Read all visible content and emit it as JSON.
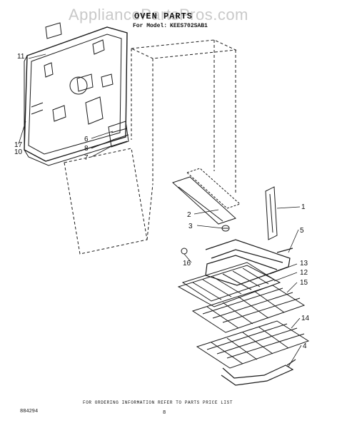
{
  "header": {
    "watermark": "AppliancePartsPros.com",
    "title": "OVEN PARTS",
    "model_prefix": "For Model:",
    "model_number": "KEES702SAB1"
  },
  "callouts": [
    "1",
    "2",
    "3",
    "4",
    "5",
    "6",
    "7",
    "8",
    "10",
    "11",
    "12",
    "13",
    "14",
    "15",
    "16",
    "17"
  ],
  "footer": {
    "order_note": "FOR ORDERING INFORMATION REFER TO PARTS PRICE LIST",
    "drawing_code": "884294",
    "page_number": "8"
  },
  "colors": {
    "line": "#1a1a1a",
    "watermark": "#c9c9c9"
  }
}
